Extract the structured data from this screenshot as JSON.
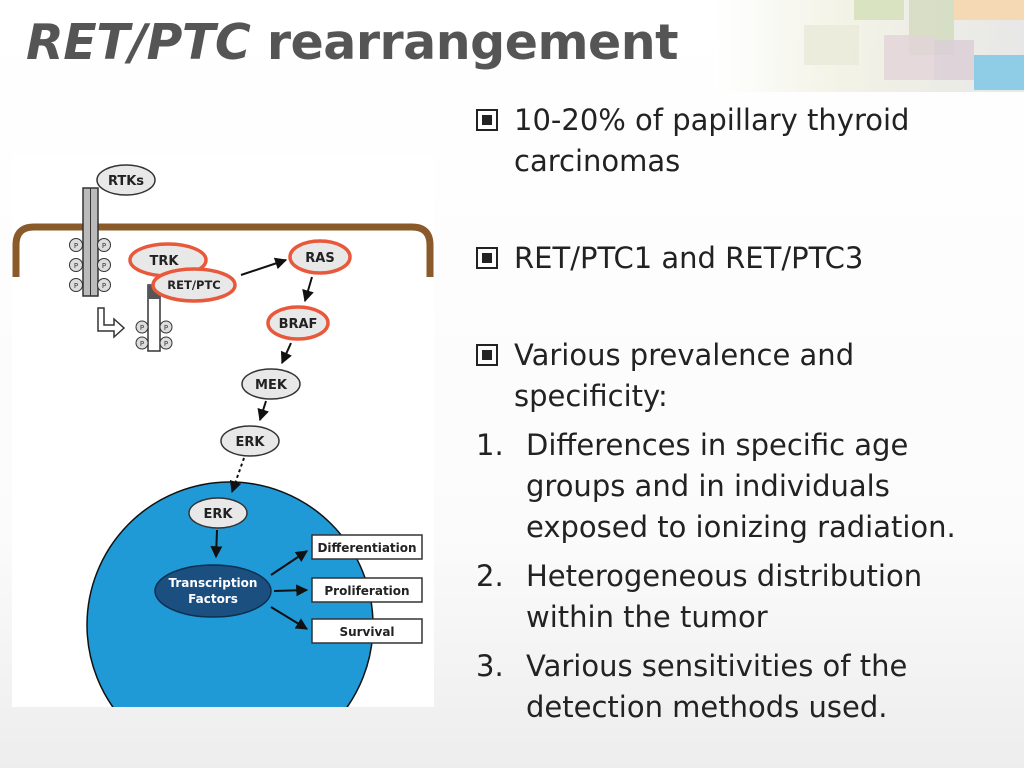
{
  "slide": {
    "title_italic": "RET/PTC",
    "title_rest": " rearrangement"
  },
  "bullets": [
    "10-20% of papillary thyroid carcinomas",
    "RET/PTC1 and RET/PTC3",
    "Various prevalence and specificity:"
  ],
  "numbered": [
    {
      "num": "1.",
      "text": "Differences in specific age groups and in individuals exposed to ionizing radiation."
    },
    {
      "num": "2.",
      "text": "Heterogeneous distribution within the tumor"
    },
    {
      "num": "3.",
      "text": "Various sensitivities of the detection methods used."
    }
  ],
  "diagram": {
    "rtks": "RTKs",
    "trk": "TRK",
    "retptc": "RET/PTC",
    "ras": "RAS",
    "braf": "BRAF",
    "mek": "MEK",
    "erk_cyto": "ERK",
    "erk_nuc": "ERK",
    "tf_line1": "Transcription",
    "tf_line2": "Factors",
    "out1": "Differentiation",
    "out2": "Proliferation",
    "out3": "Survival",
    "phospho": "P"
  },
  "colors": {
    "title": "#555555",
    "nucleus": "#1f9ad6",
    "tf": "#1b4f80",
    "membrane": "#8b5a2b",
    "highlight_ring": "#e8583a"
  }
}
